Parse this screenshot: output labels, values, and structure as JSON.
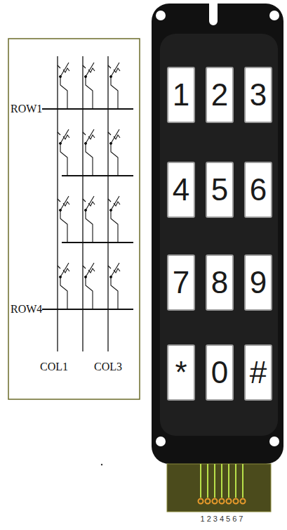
{
  "diagram": {
    "nodes": [
      {
        "text": [
          "1"
        ]
      },
      {
        "text": [
          "2"
        ]
      },
      {
        "text": [
          "3"
        ]
      },
      {
        "text": [
          "4"
        ]
      },
      {
        "text": [
          "5"
        ]
      },
      {
        "text": [
          "6"
        ]
      },
      {
        "text": [
          "7"
        ]
      },
      {
        "text": [
          "8"
        ]
      },
      {
        "text": [
          "9"
        ]
      },
      {
        "text": [
          "*"
        ]
      },
      {
        "text": [
          "0"
        ]
      },
      {
        "text": [
          "#"
        ]
      }
    ],
    "labels": [
      "ROW1",
      "ROW4",
      "COL1",
      "COL3",
      "1234567"
    ]
  }
}
